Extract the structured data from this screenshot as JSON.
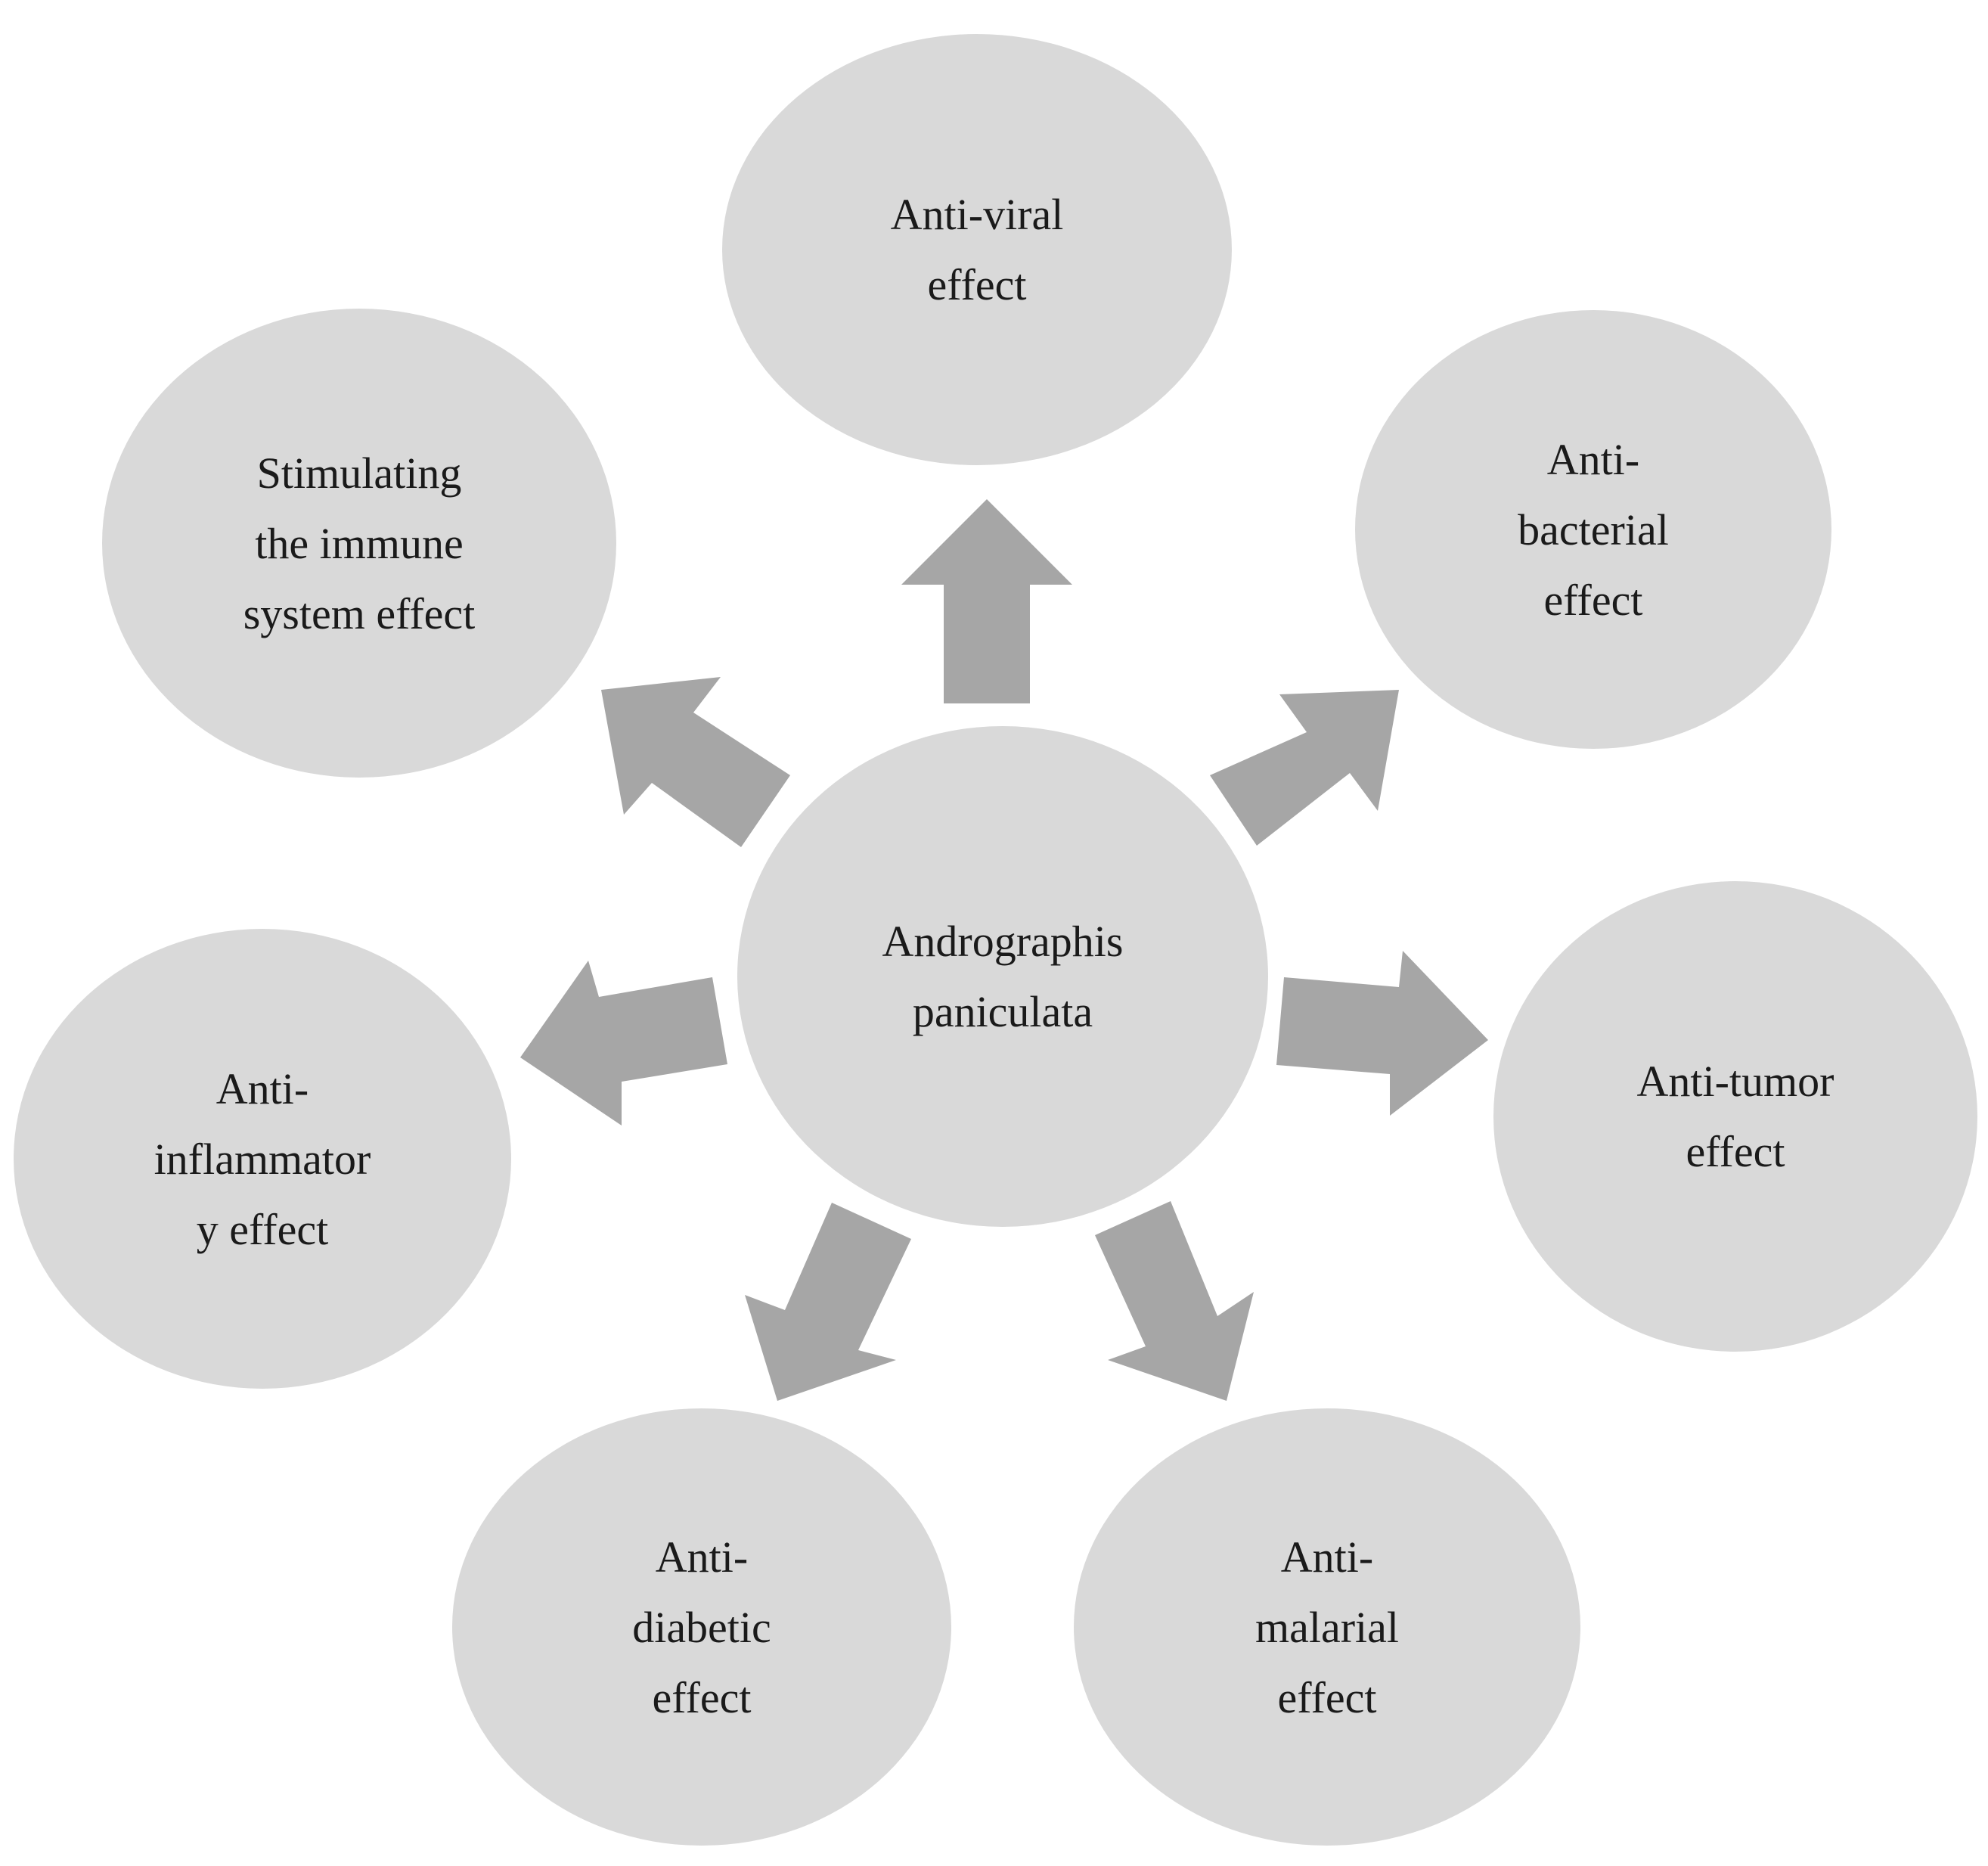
{
  "diagram": {
    "center": {
      "lines": [
        "Andrographis",
        "paniculata"
      ]
    },
    "effects": {
      "antiviral": {
        "lines": [
          "Anti-viral",
          "effect"
        ]
      },
      "antibacterial": {
        "lines": [
          "Anti-",
          "bacterial",
          "effect"
        ]
      },
      "antitumor": {
        "lines": [
          "Anti-tumor",
          "effect"
        ]
      },
      "antimalarial": {
        "lines": [
          "Anti-",
          "malarial",
          "effect"
        ]
      },
      "antidiabetic": {
        "lines": [
          "Anti-",
          "diabetic",
          "effect"
        ]
      },
      "antiinflammatory": {
        "lines": [
          "Anti-",
          "inflammator",
          "y effect"
        ]
      },
      "immune": {
        "lines": [
          "Stimulating",
          "the immune",
          "system effect"
        ]
      }
    },
    "colors": {
      "node_fill": "#d9d9d9",
      "arrow_fill": "#a6a6a6",
      "text": "#1a1a1a",
      "background": "#ffffff"
    }
  }
}
